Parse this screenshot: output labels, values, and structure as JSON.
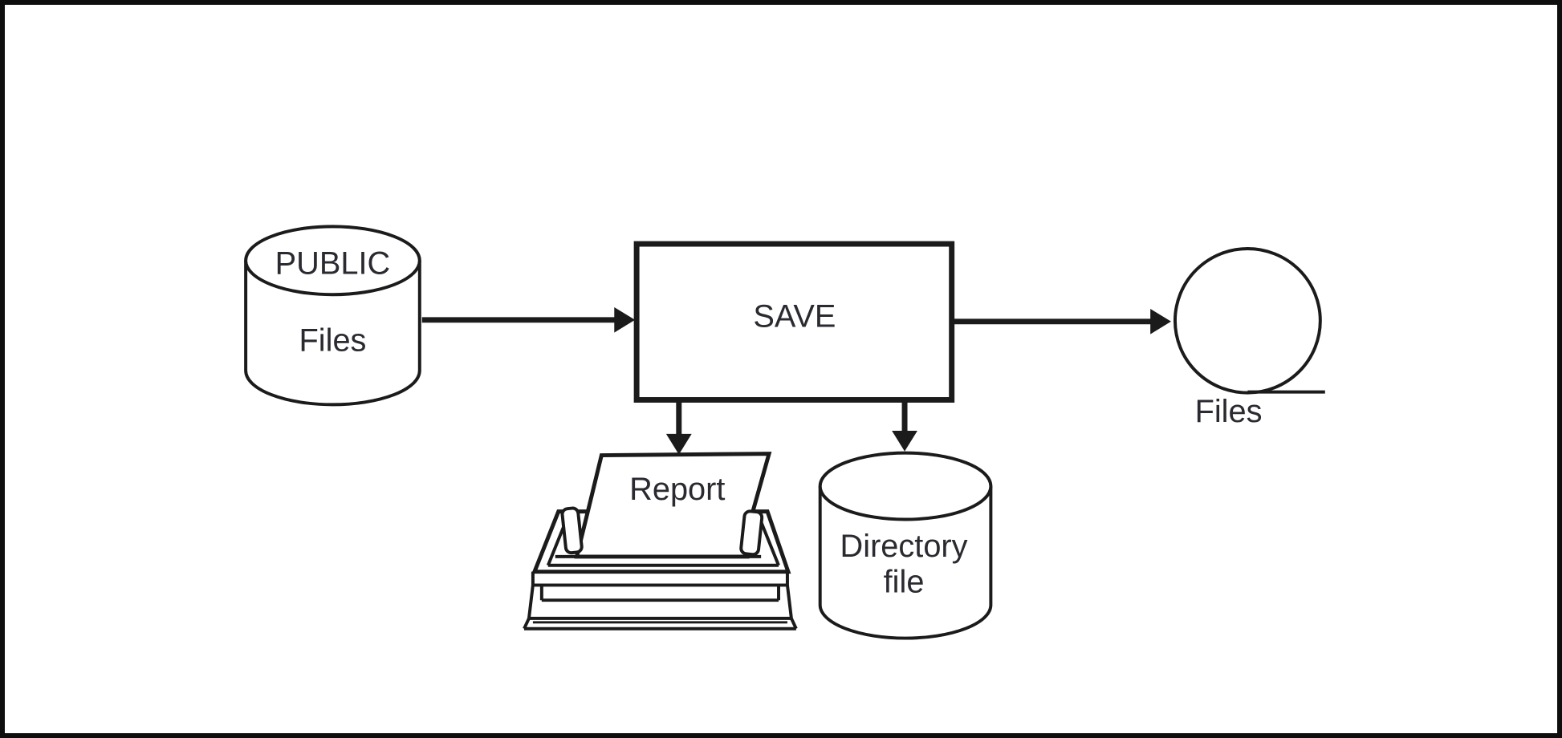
{
  "frame": {
    "bg": "#ffffff",
    "border": "#0e0e0e"
  },
  "palette": {
    "line": "#1b1b1b",
    "text": "#2a2a30"
  },
  "nodes": {
    "public_db": {
      "title": "PUBLIC",
      "subtitle": "Files"
    },
    "save_box": {
      "label": "SAVE"
    },
    "printer": {
      "page_label": "Report"
    },
    "directory_db": {
      "line1": "Directory",
      "line2": "file"
    },
    "tape": {
      "label": "Files"
    }
  }
}
